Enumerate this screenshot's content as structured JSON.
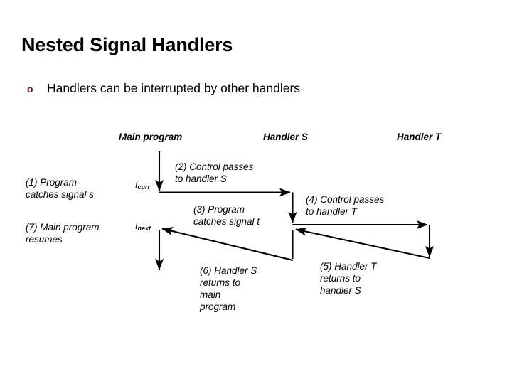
{
  "slide": {
    "title": "Nested Signal Handlers",
    "bullet": {
      "marker": "o",
      "marker_color": "#7B1420",
      "text": "Handlers can be interrupted by other handlers"
    }
  },
  "diagram": {
    "columns": [
      {
        "label": "Main program"
      },
      {
        "label": "Handler S"
      },
      {
        "label": "Handler T"
      }
    ],
    "pointer_labels": [
      {
        "base": "I",
        "sub": "curr"
      },
      {
        "base": "I",
        "sub": "next"
      }
    ],
    "steps": [
      {
        "id": "1",
        "text": "(1) Program\ncatches signal s"
      },
      {
        "id": "2",
        "text": "(2) Control passes\nto handler S"
      },
      {
        "id": "3",
        "text": "(3) Program\ncatches signal t"
      },
      {
        "id": "4",
        "text": "(4)  Control passes\nto handler T"
      },
      {
        "id": "5",
        "text": "(5) Handler T\nreturns to\nhandler S"
      },
      {
        "id": "6",
        "text": "(6) Handler S\nreturns to\nmain\nprogram"
      },
      {
        "id": "7",
        "text": "(7) Main program\nresumes"
      }
    ],
    "stroke_color": "#000000"
  }
}
